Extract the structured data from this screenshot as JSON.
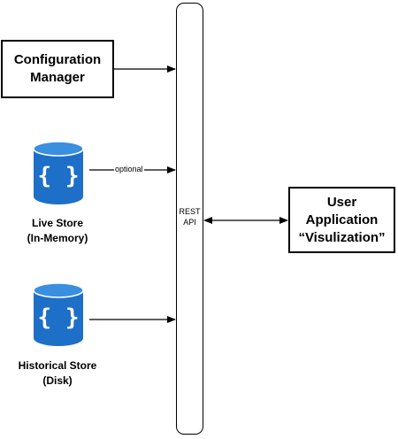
{
  "config_manager": {
    "line1": "Configuration",
    "line2": "Manager"
  },
  "user_app": {
    "line1": "User",
    "line2": "Application",
    "line3": "“Visulization”"
  },
  "live_store": {
    "line1": "Live Store",
    "line2": "(In-Memory)",
    "icon": "database-braces-icon"
  },
  "historical_store": {
    "line1": "Historical Store",
    "line2": "(Disk)",
    "icon": "database-braces-icon"
  },
  "rest_api": {
    "line1": "REST",
    "line2": "API"
  },
  "edges": {
    "optional_label": "optional"
  },
  "colors": {
    "db_blue": "#1e6fc8",
    "db_top": "#2a7fd4",
    "outline": "#000000"
  }
}
